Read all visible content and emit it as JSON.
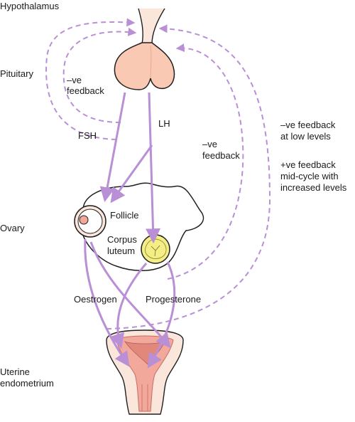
{
  "levels": {
    "hypothalamus": "Hypothalamus",
    "pituitary": "Pituitary",
    "ovary": "Ovary",
    "uterine_1": "Uterine",
    "uterine_2": "endometrium"
  },
  "hormones": {
    "fsh": "FSH",
    "lh": "LH",
    "oestrogen": "Oestrogen",
    "progesterone": "Progesterone"
  },
  "structures": {
    "follicle": "Follicle",
    "corpus_1": "Corpus",
    "corpus_2": "luteum"
  },
  "feedback": {
    "inner_1": "–ve",
    "inner_2": "feedback",
    "middle_1": "–ve",
    "middle_2": "feedback",
    "outer_neg_1": "–ve feedback",
    "outer_neg_2": "at low levels",
    "outer_pos_1": "+ve feedback",
    "outer_pos_2": "mid-cycle with",
    "outer_pos_3": "increased levels"
  },
  "colors": {
    "arrow": "#b98fd6",
    "gland_fill": "#f9c9b4",
    "gland_stroke": "#1f1f1f",
    "ovary_fill": "#ffffff",
    "corpus_fill": "#f5ee85",
    "uterus_fill": "#f2a89a"
  }
}
